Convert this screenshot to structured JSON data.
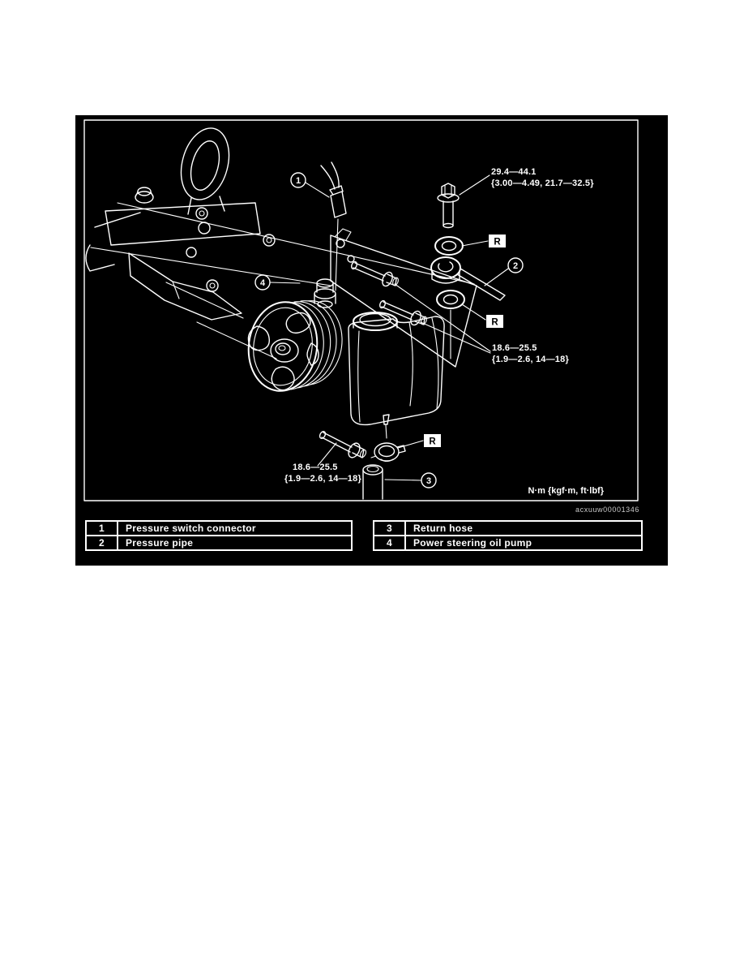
{
  "colors": {
    "page": "#ffffff",
    "panel_background": "#000000",
    "line_ink": "#ffffff"
  },
  "figure": {
    "code": "acxuuw00001346",
    "units_note": "N·m {kgf·m, ft·lbf}",
    "torque_specs": [
      {
        "part": "pressure-pipe-bolt-upper",
        "line1": "29.4—44.1",
        "line2": "{3.00—4.49, 21.7—32.5}"
      },
      {
        "part": "pump-mounting-bolts",
        "line1": "18.6—25.5",
        "line2": "{1.9—2.6, 14—18}"
      },
      {
        "part": "pump-lower-bolt",
        "line1": "18.6—25.5",
        "line2": "{1.9—2.6, 14—18}"
      }
    ],
    "replace_marks": [
      "R",
      "R",
      "R"
    ],
    "callouts": [
      "1",
      "2",
      "3",
      "4"
    ]
  },
  "legend": {
    "left": [
      {
        "num": "1",
        "label": "Pressure switch connector"
      },
      {
        "num": "2",
        "label": "Pressure pipe"
      }
    ],
    "right": [
      {
        "num": "3",
        "label": "Return hose"
      },
      {
        "num": "4",
        "label": "Power steering oil pump"
      }
    ]
  }
}
